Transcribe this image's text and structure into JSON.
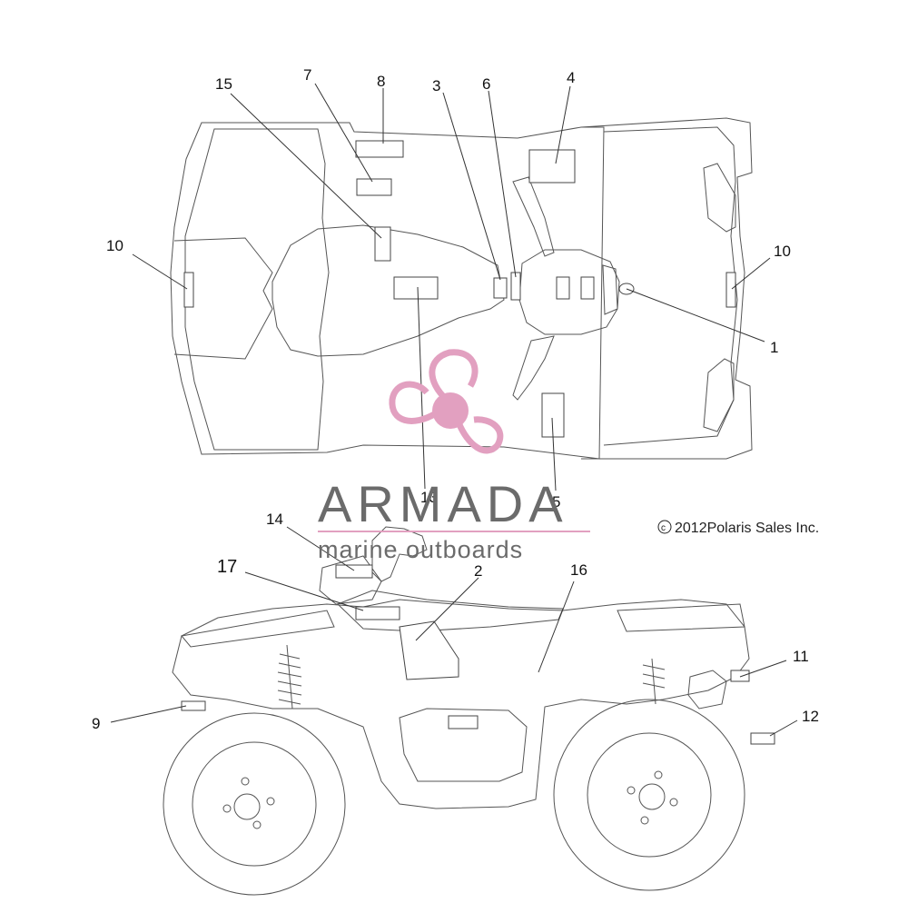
{
  "diagram": {
    "callouts": {
      "c1": "1",
      "c2": "2",
      "c3": "3",
      "c4": "4",
      "c5": "5",
      "c6": "6",
      "c7": "7",
      "c8": "8",
      "c9": "9",
      "c10_left": "10",
      "c10_right": "10",
      "c11": "11",
      "c12": "12",
      "c13": "13",
      "c14": "14",
      "c15": "15",
      "c16": "16",
      "c17": "17"
    },
    "copyright": "2012Polaris Sales Inc.",
    "copyright_symbol": "c"
  },
  "watermark": {
    "title": "ARMADA",
    "subtitle": "marine outboards",
    "logo_icon": "propeller-icon",
    "colors": {
      "accent": "#e2a0c0",
      "text": "#6b6b6b"
    }
  }
}
